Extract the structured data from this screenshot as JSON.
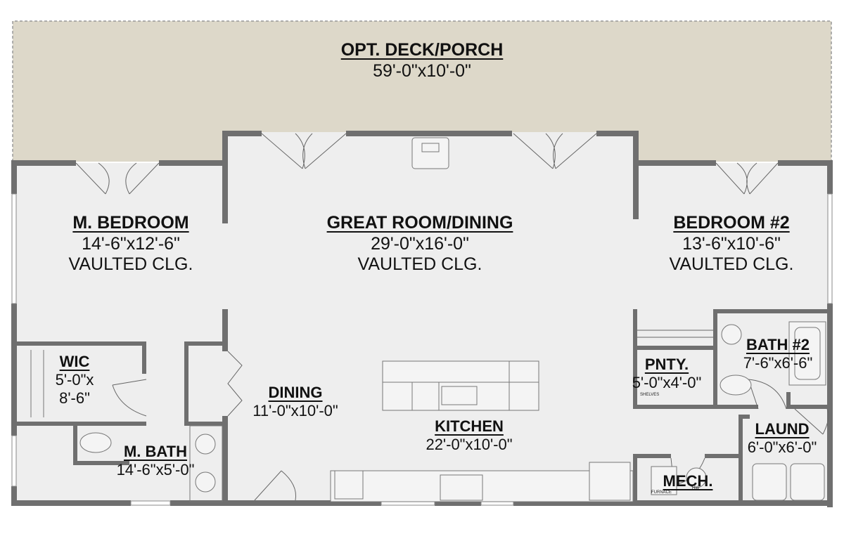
{
  "rooms": {
    "deck": {
      "name": "OPT. DECK/PORCH",
      "dims": "59'-0\"x10'-0\""
    },
    "mbed": {
      "name": "M. BEDROOM",
      "dims": "14'-6\"x12'-6\"",
      "note": "VAULTED CLG."
    },
    "great": {
      "name": "GREAT ROOM/DINING",
      "dims": "29'-0\"x16'-0\"",
      "note": "VAULTED CLG."
    },
    "bed2": {
      "name": "BEDROOM #2",
      "dims": "13'-6\"x10'-6\"",
      "note": "VAULTED CLG."
    },
    "wic": {
      "name": "WIC",
      "dims1": "5'-0\"x",
      "dims2": "8'-6\""
    },
    "dining": {
      "name": "DINING",
      "dims": "11'-0\"x10'-0\""
    },
    "kitchen": {
      "name": "KITCHEN",
      "dims": "22'-0\"x10'-0\""
    },
    "pnty": {
      "name": "PNTY.",
      "dims": "5'-0\"x4'-0\""
    },
    "bath2": {
      "name": "BATH #2",
      "dims": "7'-6\"x6'-6\""
    },
    "laund": {
      "name": "LAUND",
      "dims": "6'-0\"x6'-0\""
    },
    "mbath": {
      "name": "M. BATH",
      "dims": "14'-6\"x5'-0\""
    },
    "mech": {
      "name": "MECH."
    }
  },
  "notes": {
    "shelves": "SHELVES",
    "furnace": "FURNACE",
    "hw": "HW"
  },
  "colors": {
    "deck": "#ddd8c9",
    "floor": "#eeeeee",
    "wall": "#6f6f6f",
    "text": "#111111"
  }
}
